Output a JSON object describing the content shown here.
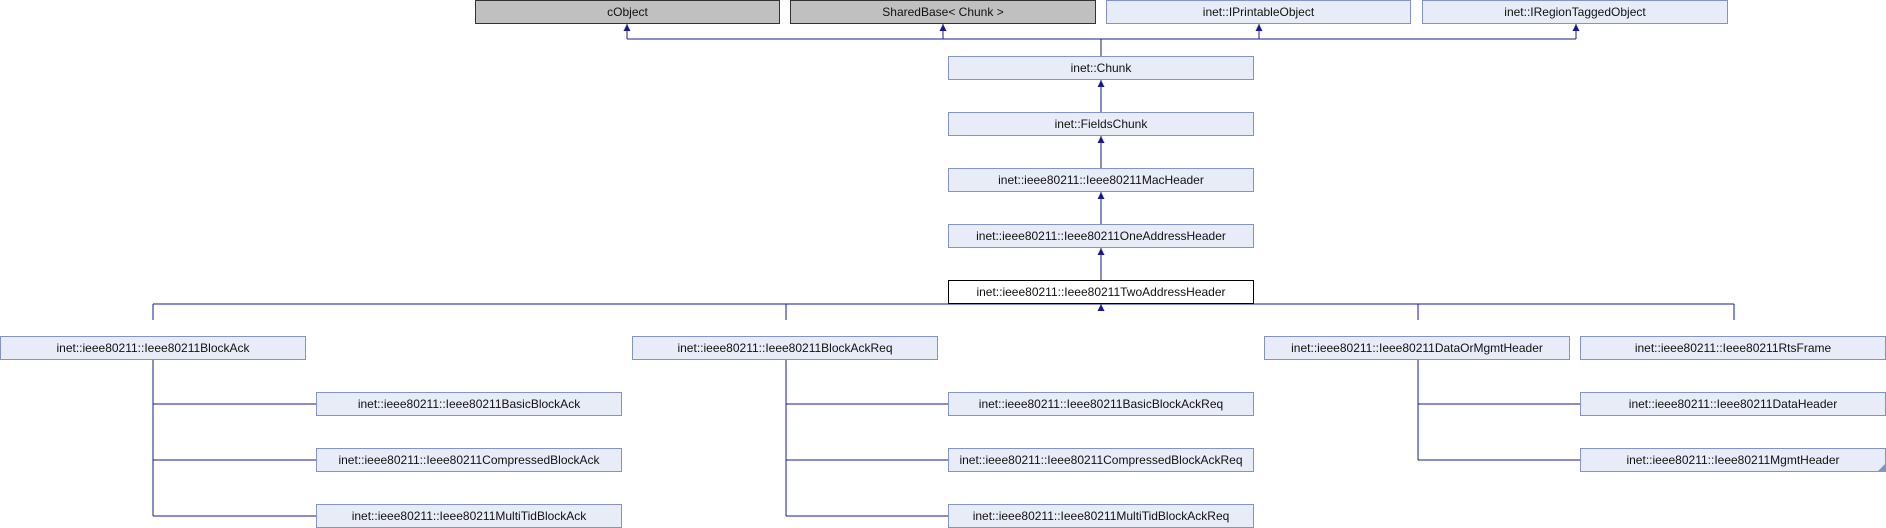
{
  "diagram": {
    "top": {
      "cobject": "cObject",
      "sharedbase": "SharedBase< Chunk >",
      "iprintable": "inet::IPrintableObject",
      "iregiontagged": "inet::IRegionTaggedObject"
    },
    "chain": {
      "chunk": "inet::Chunk",
      "fieldschunk": "inet::FieldsChunk",
      "macheader": "inet::ieee80211::Ieee80211MacHeader",
      "oneaddress": "inet::ieee80211::Ieee80211OneAddressHeader",
      "twoaddress": "inet::ieee80211::Ieee80211TwoAddressHeader"
    },
    "subclasses": {
      "blockack": "inet::ieee80211::Ieee80211BlockAck",
      "blockackreq": "inet::ieee80211::Ieee80211BlockAckReq",
      "dataormgmt": "inet::ieee80211::Ieee80211DataOrMgmtHeader",
      "rtsframe": "inet::ieee80211::Ieee80211RtsFrame"
    },
    "leaves": {
      "basicblockack": "inet::ieee80211::Ieee80211BasicBlockAck",
      "compressedblockack": "inet::ieee80211::Ieee80211CompressedBlockAck",
      "multitidblockack": "inet::ieee80211::Ieee80211MultiTidBlockAck",
      "basicblockackreq": "inet::ieee80211::Ieee80211BasicBlockAckReq",
      "compressedblockackreq": "inet::ieee80211::Ieee80211CompressedBlockAckReq",
      "multitidblockackreq": "inet::ieee80211::Ieee80211MultiTidBlockAckReq",
      "dataheader": "inet::ieee80211::Ieee80211DataHeader",
      "mgmtheader": "inet::ieee80211::Ieee80211MgmtHeader"
    }
  },
  "colors": {
    "edge": "#1a1a8c",
    "node_fill": "#e8ecf6",
    "node_border": "#8494c2",
    "external_fill": "#c0c0c0"
  }
}
